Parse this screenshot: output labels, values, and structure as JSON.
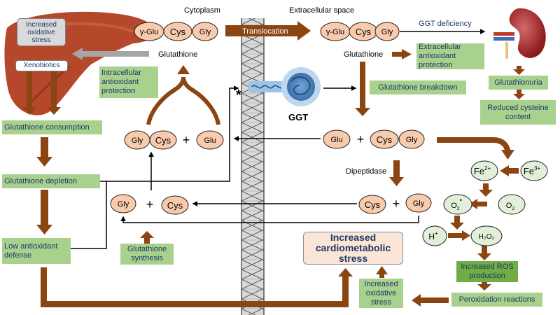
{
  "labels": {
    "cytoplasm": "Cytoplasm",
    "extracellular": "Extracellular space",
    "ggt_deficiency": "GGT deficiency",
    "translocation": "Translocation",
    "glutathione_left": "Glutathione",
    "glutathione_right": "Glutathione",
    "ggt": "GGT",
    "dipeptidase": "Dipeptidase",
    "asterisk": "*",
    "plus1": "+",
    "plus2": "+",
    "plus3": "+",
    "plus4": "+"
  },
  "liver": {
    "increased_oxidative_stress": "Increased oxidative stress",
    "xenobiotics": "Xenobiotics"
  },
  "green_boxes": {
    "intracellular_protection": "Intracellular antioxidant protection",
    "extracellular_protection": "Extracellular antioxidant protection",
    "glutathione_breakdown": "Glutathione  breakdown",
    "glutathionuria": "Glutathionuria",
    "reduced_cysteine": "Reduced cysteine content",
    "glutathione_consumption": "Glutathione consumption",
    "glutathione_depletion": "Glutathione depletion",
    "low_antioxidant": "Low antioxidant defense",
    "glutathione_synthesis": "Glutathione synthesis",
    "increased_oxidative_stress_box": "Increased oxidative stress",
    "increased_ros": "Increased ROS production",
    "peroxidation": "Peroxidation reactions"
  },
  "outcome": "Increased cardiometabolic stress",
  "molecules": {
    "top_left": [
      "γ-Glu",
      "Cys",
      "Gly"
    ],
    "top_right": [
      "γ-Glu",
      "Cys",
      "Gly"
    ],
    "mid_left": [
      "Gly",
      "Cys",
      "Glu"
    ],
    "mid_right": [
      "Glu",
      "Cys",
      "Gly"
    ],
    "low_left": [
      "Gly",
      "Cys"
    ],
    "low_right": [
      "Cys",
      "Gly"
    ]
  },
  "species": {
    "fe2_base": "Fe",
    "fe2_sup": "2+",
    "fe3_base": "Fe",
    "fe3_sup": "3+",
    "o2rad_base": "O",
    "o2rad_sub": "2",
    "o2rad_dot": "•",
    "o2_base": "O",
    "o2_sub": "2",
    "h_base": "H",
    "h_sup": "+",
    "h2o2": "H₂O₂"
  },
  "colors": {
    "arrow": "#8b4513",
    "green_box": "#a9d18e",
    "molecule": "#f8cbad",
    "species": "#e2f0d9",
    "liver": "#b5472b",
    "outcome_box": "#fbe5d6"
  }
}
